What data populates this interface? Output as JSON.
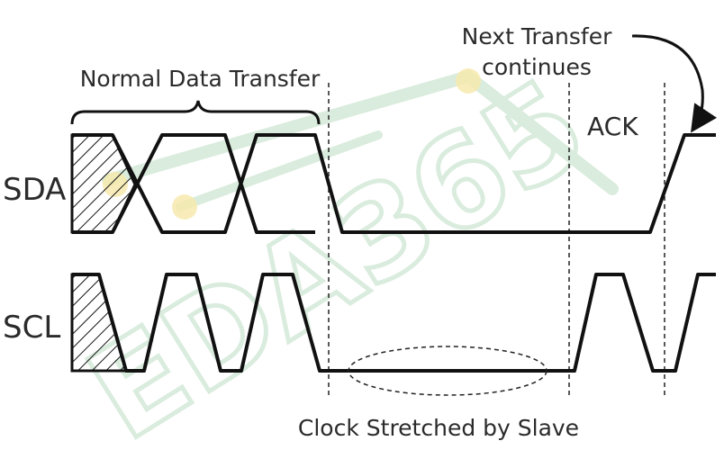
{
  "signals": {
    "sda": "SDA",
    "scl": "SCL"
  },
  "annotations": {
    "normal_data_transfer": "Normal Data Transfer",
    "ack": "ACK",
    "next_transfer_line1": "Next Transfer",
    "next_transfer_line2": "continues",
    "clock_stretched": "Clock Stretched by Slave"
  },
  "watermark": {
    "text": "EDA365",
    "color": "#cfe6d3",
    "node_color": "#f3dc7a"
  },
  "colors": {
    "line": "#111111",
    "text": "#2b2b2b"
  }
}
